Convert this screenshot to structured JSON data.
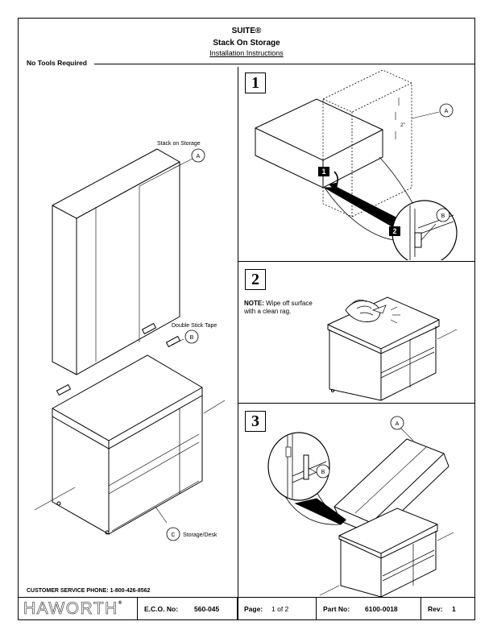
{
  "header": {
    "brand_title": "SUITE®",
    "doc_title": "Stack On Storage",
    "doc_subtitle": "Installation Instructions",
    "tools_note": "No Tools Required"
  },
  "callouts": {
    "a_letter": "A",
    "a_label": "Stack on Storage",
    "b_letter": "B",
    "b_label": "Double Stick Tape",
    "c_letter": "C",
    "c_label": "Storage/Desk",
    "gap_label": "2\""
  },
  "steps": [
    {
      "number": "1",
      "sub1": "1",
      "sub2": "2"
    },
    {
      "number": "2",
      "note_label": "NOTE:",
      "note_text": "Wipe off surface",
      "note_text2": "with a clean rag."
    },
    {
      "number": "3"
    }
  ],
  "footer": {
    "phone": "CUSTOMER SERVICE PHONE: 1-800-426-8562",
    "logo": "HAWORTH",
    "logo_mark": "®",
    "eco_label": "E.C.O. No:",
    "eco_value": "560-045",
    "page_label": "Page:",
    "page_value": "1 of 2",
    "part_label": "Part No:",
    "part_value": "6100-0018",
    "rev_label": "Rev:",
    "rev_value": "1"
  }
}
